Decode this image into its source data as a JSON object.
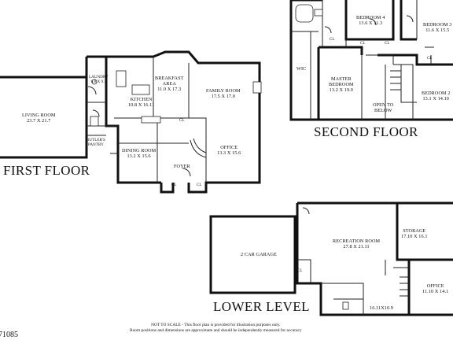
{
  "floors": {
    "first": "FIRST FLOOR",
    "second": "SECOND FLOOR",
    "lower": "LOWER LEVEL"
  },
  "rooms": {
    "living": {
      "name": "LIVING ROOM",
      "dim": "23.7 X 21.7"
    },
    "laundry": {
      "name": "LAUNDRY",
      "dim": "6.8 X 9.3"
    },
    "butlers": {
      "name": "BUTLER'S",
      "name2": "PANTRY"
    },
    "kitchen": {
      "name": "KITCHEN",
      "dim": "10.8 X 16.11"
    },
    "breakfast": {
      "name": "BREAKFAST",
      "name2": "AREA",
      "dim": "11.0 X 17.3"
    },
    "family": {
      "name": "FAMILY ROOM",
      "dim": "17.5 X 17.0"
    },
    "dining": {
      "name": "DINING ROOM",
      "dim": "13.2 X 15.6"
    },
    "office1": {
      "name": "OFFICE",
      "dim": "13.3 X 15.6"
    },
    "foyer": {
      "name": "FOYER"
    },
    "bed4": {
      "name": "BEDROOM 4",
      "dim": "13.6 X 11.3"
    },
    "bed3": {
      "name": "BEDROOM 3",
      "dim": "11.6 X 15.5"
    },
    "wic": {
      "name": "WIC"
    },
    "master": {
      "name": "MASTER",
      "name2": "BEDROOM",
      "dim": "13.2 X 19.0"
    },
    "open": {
      "name": "OPEN TO",
      "name2": "BELOW"
    },
    "bed2": {
      "name": "BEDROOM 2",
      "dim": "13.1 X 14.10"
    },
    "garage": {
      "name": "2 CAR GARAGE"
    },
    "rec": {
      "name": "RECREATION ROOM",
      "dim": "27.8 X 21.11"
    },
    "storage": {
      "name": "STORAGE",
      "dim": "17.10 X 16.1"
    },
    "office2": {
      "name": "OFFICE",
      "dim": "11.10 X 14.1"
    },
    "rec2": {
      "dim": "16.11X10.9"
    }
  },
  "closet_label": "CL",
  "disclaimer": {
    "line1": "NOT TO SCALE - This floor plan is provided for illustration purposes only.",
    "line2": "Room positions and dimensions are approximate and should be independently measured for accuracy"
  },
  "listing_fragment": "71085"
}
